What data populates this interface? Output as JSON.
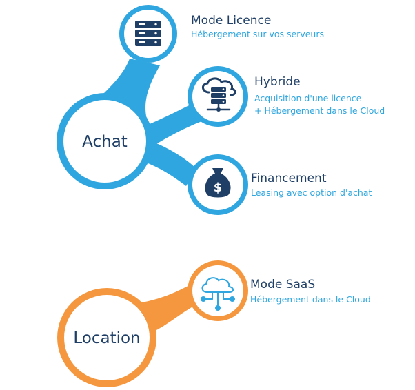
{
  "colors": {
    "achat_accent": "#2fa6df",
    "location_accent": "#f5973f",
    "icon_navy": "#1f3f66",
    "icon_light_blue": "#2fa6df",
    "title_text": "#1f3f66",
    "subtitle_text": "#2fa6df"
  },
  "achat": {
    "label": "Achat",
    "options": [
      {
        "icon": "server-rack-icon",
        "title": "Mode Licence",
        "lines": [
          "Hébergement sur vos serveurs"
        ]
      },
      {
        "icon": "cloud-server-icon",
        "title": "Hybride",
        "lines": [
          "Acquisition d'une licence",
          "+ Hébergement dans le Cloud"
        ]
      },
      {
        "icon": "money-bag-icon",
        "title": "Financement",
        "lines": [
          "Leasing avec option d'achat"
        ]
      }
    ]
  },
  "location": {
    "label": "Location",
    "options": [
      {
        "icon": "cloud-network-icon",
        "title": "Mode SaaS",
        "lines": [
          "Hébergement dans le Cloud"
        ]
      }
    ]
  }
}
